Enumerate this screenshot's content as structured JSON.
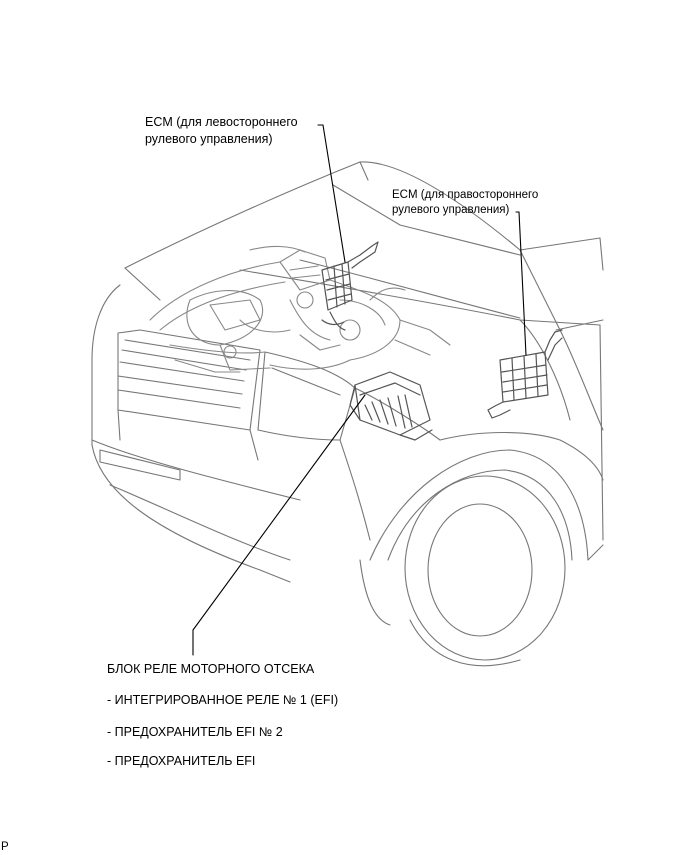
{
  "labels": {
    "ecm_lhd_line1": "ECM (для левостороннего",
    "ecm_lhd_line2": "рулевого управления)",
    "ecm_rhd_line1": "ECM (для правостороннего",
    "ecm_rhd_line2": "рулевого управления)",
    "relay_block_title": "БЛОК РЕЛЕ МОТОРНОГО ОТСЕКА",
    "relay_item_1": "- ИНТЕГРИРОВАННОЕ РЕЛЕ № 1 (EFI)",
    "relay_item_2": "- ПРЕДОХРАНИТЕЛЬ EFI № 2",
    "relay_item_3": "- ПРЕДОХРАНИТЕЛЬ EFI"
  },
  "corner_mark": "P"
}
